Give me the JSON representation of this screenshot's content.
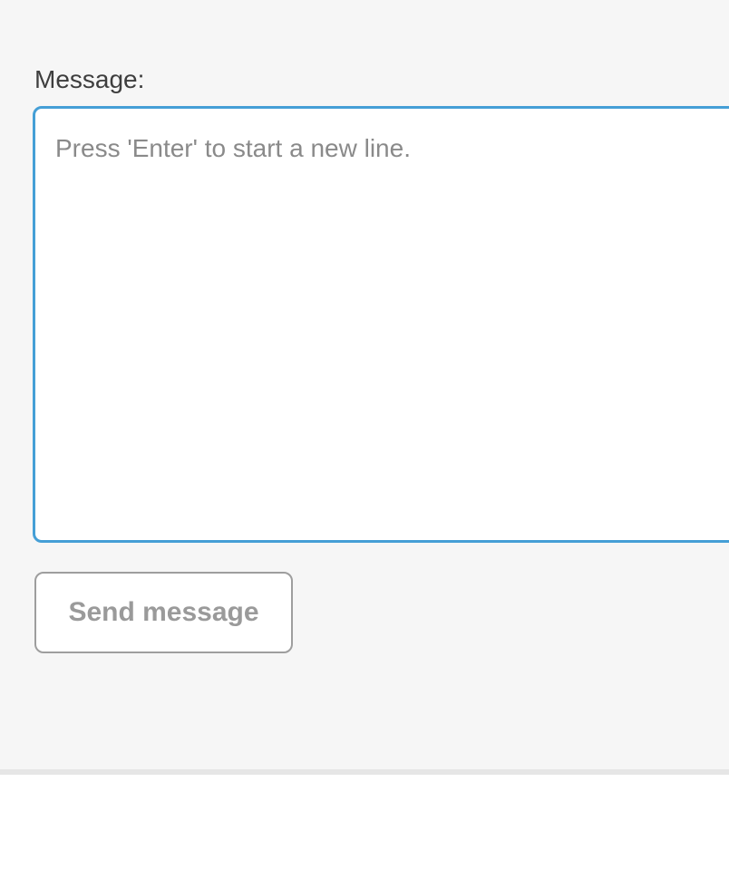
{
  "form": {
    "message_label": "Message:",
    "textarea": {
      "value": "",
      "placeholder": "Press 'Enter' to start a new line."
    },
    "send_button_label": "Send message"
  },
  "colors": {
    "page_background": "#f6f6f6",
    "content_background": "#ffffff",
    "textarea_focus_border": "#459fd6",
    "divider": "#e6e6e6",
    "label_text": "#3e3e3e",
    "placeholder_text": "#8a8a8a",
    "button_text": "#9a9a9a",
    "button_border": "#9e9e9e"
  }
}
